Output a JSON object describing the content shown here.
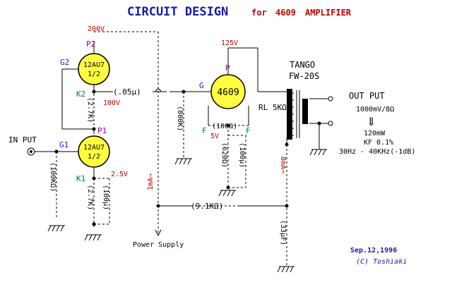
{
  "title": {
    "main": "CIRCUIT DESIGN",
    "for": "for",
    "model": "4609",
    "amp": "AMPLIFIER"
  },
  "colors": {
    "title_blue": "#1a1aa8",
    "title_red": "#c00000",
    "pin_blue": "#1a1ad0",
    "pin_purple": "#a0007a",
    "node_red": "#c00000",
    "pin_green": "#007a3a",
    "tube_fill": "#ffff40",
    "date_blue": "#1a1aa8"
  },
  "tubes": {
    "v1_top": {
      "line1": "12AU7",
      "line2": "1/2"
    },
    "v1_bottom": {
      "line1": "12AU7",
      "line2": "1/2"
    },
    "v2": {
      "label": "4609"
    }
  },
  "pins": {
    "g2": "G2",
    "p2": "P2",
    "k2": "K2",
    "p1": "P1",
    "g1": "G1",
    "k1": "K1",
    "g": "G",
    "p": "P",
    "f_left": "F",
    "f_right": "F"
  },
  "voltages": {
    "v200": "200V",
    "v125": "125V",
    "v100": "100V",
    "v2_5": "2.5V",
    "v5": "5V"
  },
  "components": {
    "cap_coupling": "(.05μ)",
    "r_k2": "(2.7K)",
    "r_g1": "(100KΩ)",
    "r_k1": "(2.7K)",
    "c_k1": "(100μ)",
    "r_grid": "(800K)",
    "r_filament": "(100Ω)",
    "r_620": "(620Ω)",
    "c_100": "(100μ)",
    "r_9k": "(9.1KΩ)",
    "c_33": "(33μF)",
    "rl": "RL 5KΩ"
  },
  "currents": {
    "i1": "1mA⇒",
    "i8": "8mA⇒"
  },
  "labels": {
    "input": "IN PUT",
    "tango": "TANGO",
    "transformer": "FW-20S",
    "output": "OUT PUT",
    "out_level": "1000mV/8Ω",
    "arrow": "⇓",
    "power": "120mW",
    "kf": "KF 0.1%",
    "freq": "30Hz - 40KHz(-1dB)",
    "power_supply": "Power Supply",
    "date": "Sep.12,1996",
    "copyright": "(C) Toshiaki"
  }
}
